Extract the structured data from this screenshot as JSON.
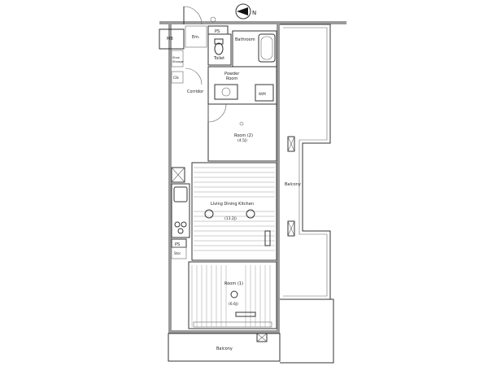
{
  "labels": {
    "mb": "MB",
    "em": "Em.",
    "ps_top": "PS",
    "toilet": "Toilet",
    "bathroom": "Bathroom",
    "powder_room_1": "Powder",
    "powder_room_2": "Room",
    "shoe_storage_1": "Shoe",
    "shoe_storage_2": "Storage",
    "clk": "Clk",
    "corridor": "Corridor",
    "room2": "Room (2)",
    "room2_size": "(4.5J)",
    "ldk": "Living Dining Kitchen",
    "ldk_size": "(13.2J)",
    "ps_mid": "PS",
    "storage": "Stor",
    "room1": "Room (1)",
    "room1_size": "(6.6J)",
    "balcony_right": "Balcony",
    "balcony_bottom": "Balcony",
    "wm": "W/M",
    "north": "N"
  },
  "colors": {
    "wall": "#9a9a9a",
    "line": "#333333",
    "floor_lines": "#b0b0b0"
  }
}
